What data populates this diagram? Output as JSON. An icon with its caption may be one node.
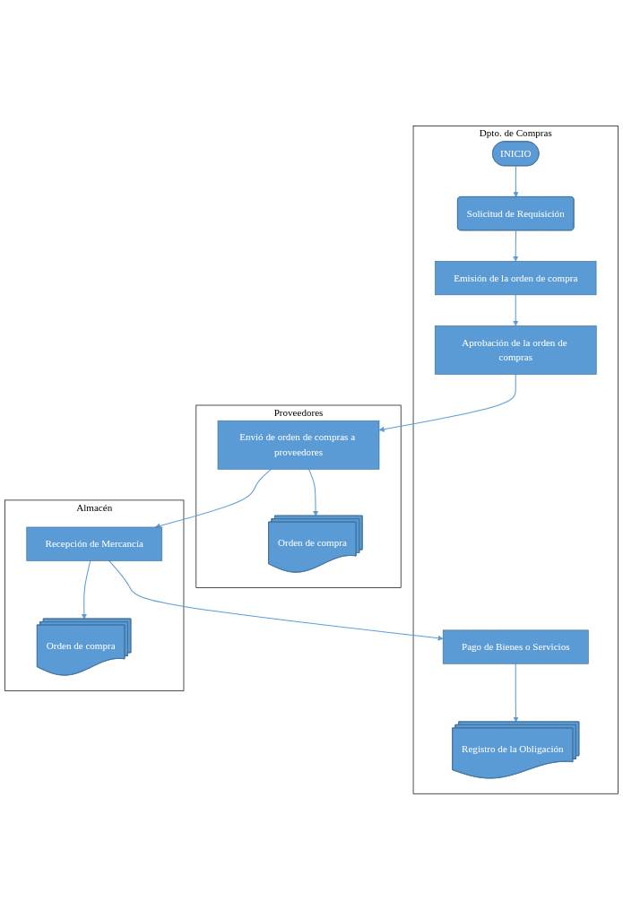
{
  "diagram": {
    "nodes": [
      {
        "text": [
          "Dpto. de Compras"
        ]
      },
      {
        "text": [
          "Proveedores"
        ]
      },
      {
        "text": [
          "Almacén"
        ]
      },
      {
        "text": [
          "INICIO"
        ],
        "in": 0
      },
      {
        "text": [
          "Solicitud de Requisición"
        ],
        "in": 0
      },
      {
        "text": [
          "Emisión de la orden de compra"
        ],
        "in": 0
      },
      {
        "text": [
          "Aprobación de la orden de compras"
        ],
        "in": 0
      },
      {
        "text": [
          "Envió de orden de compras a proveedores"
        ],
        "in": 1
      },
      {
        "text": [
          "Orden de compra"
        ],
        "in": 1
      },
      {
        "text": [
          "Recepción de Mercancía"
        ],
        "in": 2
      },
      {
        "text": [
          "Orden de compra"
        ],
        "in": 2
      },
      {
        "text": [
          "Pago de Bienes o Servicios"
        ],
        "in": 0
      },
      {
        "text": [
          "Registro de la Obligación"
        ],
        "in": 0
      }
    ],
    "edges": [
      {
        "from": 3,
        "to": 4,
        "arrow": "to"
      },
      {
        "from": 4,
        "to": 5,
        "arrow": "to"
      },
      {
        "from": 5,
        "to": 6,
        "arrow": "to"
      },
      {
        "from": 6,
        "to": 7,
        "arrow": "to"
      },
      {
        "from": 7,
        "to": 8,
        "arrow": "to"
      },
      {
        "from": 7,
        "to": 9,
        "arrow": "to"
      },
      {
        "from": 9,
        "to": 10,
        "arrow": "to"
      },
      {
        "from": 9,
        "to": 11,
        "arrow": "to"
      },
      {
        "from": 11,
        "to": 12,
        "arrow": "to"
      }
    ]
  }
}
